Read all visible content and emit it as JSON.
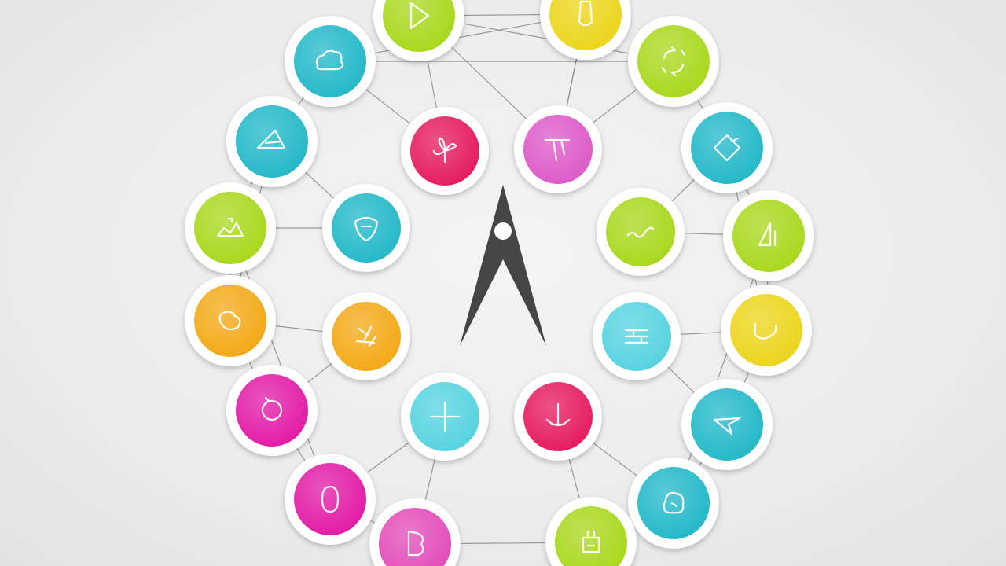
{
  "canvas": {
    "background": "#ececec"
  },
  "center_symbol": {
    "name": "compass-arrow-icon",
    "color": "#444444"
  },
  "palette": {
    "cyan": "#22b8c8",
    "light-cyan": "#55d3e0",
    "lime": "#a8d81c",
    "yellow": "#ecd51a",
    "orange": "#f3a916",
    "magenta": "#e21aa6",
    "pink-magenta": "#e34bb9",
    "red-pink": "#e51a5e",
    "violet": "#dd59c8"
  },
  "buttons": [
    {
      "name": "outer-top-left-1",
      "color": "cyan",
      "icon": "cloud-icon"
    },
    {
      "name": "outer-top-a",
      "color": "lime",
      "icon": "triangle-play-icon"
    },
    {
      "name": "outer-top-b",
      "color": "yellow",
      "icon": "capsule-icon"
    },
    {
      "name": "outer-top-right-1",
      "color": "lime",
      "icon": "recycle-icon"
    },
    {
      "name": "outer-left-2",
      "color": "cyan",
      "icon": "triangle-arrow-icon"
    },
    {
      "name": "outer-right-2",
      "color": "cyan",
      "icon": "diamond-tag-icon"
    },
    {
      "name": "outer-left-3",
      "color": "lime",
      "icon": "landscape-icon"
    },
    {
      "name": "outer-right-3",
      "color": "lime",
      "icon": "sail-icon"
    },
    {
      "name": "outer-left-4",
      "color": "orange",
      "icon": "splash-icon"
    },
    {
      "name": "outer-right-4",
      "color": "yellow",
      "icon": "hook-icon"
    },
    {
      "name": "outer-left-5",
      "color": "magenta",
      "icon": "circle-icon"
    },
    {
      "name": "outer-right-5",
      "color": "cyan",
      "icon": "arrow-flag-icon"
    },
    {
      "name": "outer-bottom-left-1",
      "color": "magenta",
      "icon": "zero-icon"
    },
    {
      "name": "outer-bottom-right-1",
      "color": "cyan",
      "icon": "blob-icon"
    },
    {
      "name": "outer-bottom-a",
      "color": "pink-magenta",
      "icon": "letter-b-icon"
    },
    {
      "name": "outer-bottom-b",
      "color": "lime",
      "icon": "robot-icon"
    },
    {
      "name": "inner-top-left",
      "color": "red-pink",
      "icon": "flower-icon"
    },
    {
      "name": "inner-top-right",
      "color": "violet",
      "icon": "pen-icon"
    },
    {
      "name": "inner-left-1",
      "color": "cyan",
      "icon": "shield-icon"
    },
    {
      "name": "inner-right-1",
      "color": "lime",
      "icon": "check-wave-icon"
    },
    {
      "name": "inner-left-2",
      "color": "orange",
      "icon": "scatter-icon"
    },
    {
      "name": "inner-right-2",
      "color": "light-cyan",
      "icon": "bricks-icon"
    },
    {
      "name": "inner-bottom-left",
      "color": "light-cyan",
      "icon": "plus-icon"
    },
    {
      "name": "inner-bottom-right",
      "color": "red-pink",
      "icon": "anchor-icon"
    }
  ]
}
